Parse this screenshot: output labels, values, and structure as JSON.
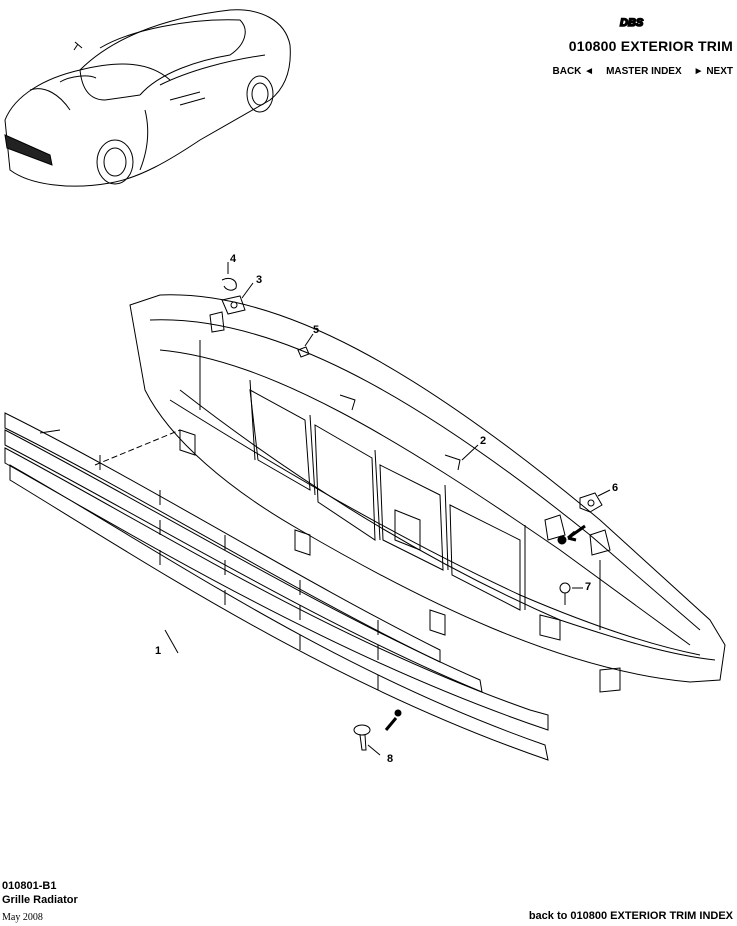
{
  "header": {
    "logo_text": "DBS",
    "section_title": "010800 EXTERIOR TRIM",
    "nav": {
      "back": "BACK ◄",
      "master": "MASTER INDEX",
      "next": "► NEXT"
    }
  },
  "callouts": [
    "1",
    "2",
    "3",
    "4",
    "5",
    "6",
    "7",
    "8"
  ],
  "footer": {
    "code": "010801-B1",
    "name": "Grille Radiator",
    "date": "May 2008",
    "back_link": "back to 010800 EXTERIOR TRIM INDEX"
  }
}
